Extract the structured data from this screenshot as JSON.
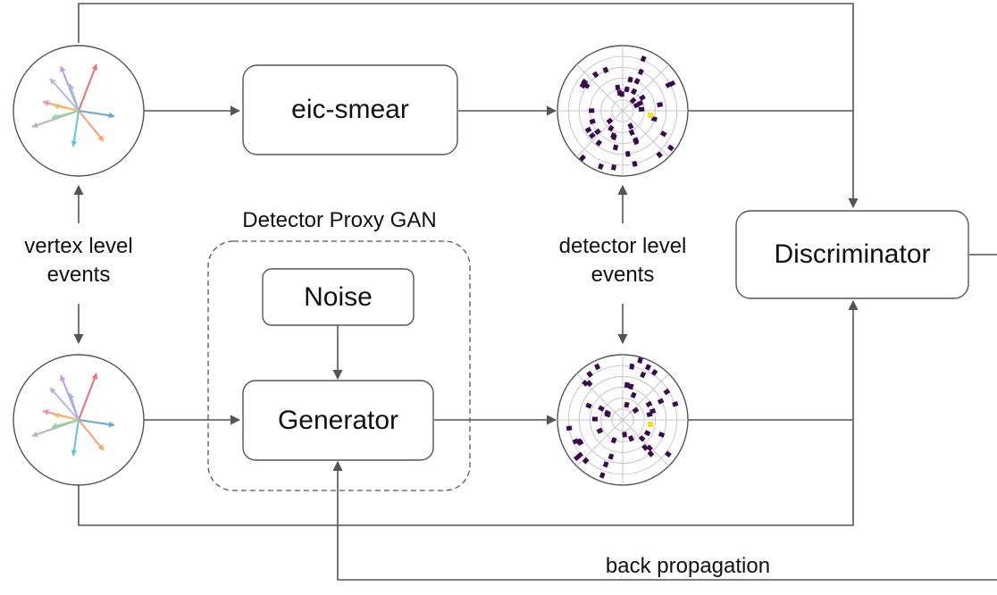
{
  "boxes": {
    "eic_smear": "eic-smear",
    "noise": "Noise",
    "generator": "Generator",
    "discriminator": "Discriminator"
  },
  "labels": {
    "gan_group": "Detector Proxy GAN",
    "vertex_line1": "vertex level",
    "vertex_line2": "events",
    "detector_line1": "detector level",
    "detector_line2": "events",
    "backprop": "back propagation"
  },
  "colors": {
    "line": "#555555",
    "box_border": "#555555",
    "dash": "#555555",
    "event_point": "#3b0a4f",
    "event_highlight": "#f2e21a",
    "grid": "#bdbdbd"
  },
  "icons": {
    "vertex_event": "vertex-event-arrows-icon",
    "detector_event": "polar-detector-hits-icon"
  }
}
